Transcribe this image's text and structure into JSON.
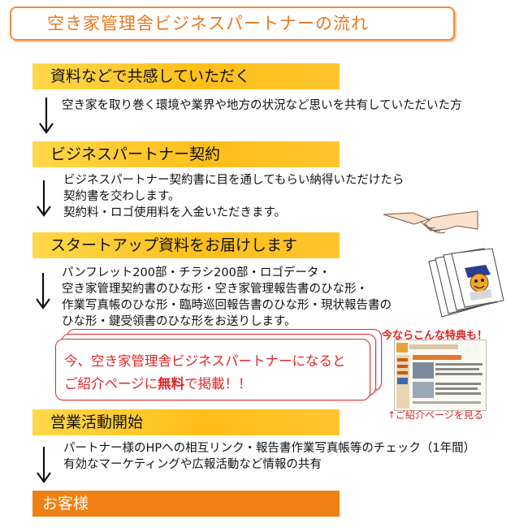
{
  "title": "空き家管理舎ビジネスパートナーの流れ",
  "steps": [
    {
      "label": "資料などで共感していただく",
      "lines": [
        "空き家を取り巻く環境や業界や地方の状況など思いを共有していただいた方"
      ]
    },
    {
      "label": "ビジネスパートナー契約",
      "lines": [
        "ビジネスパートナー契約書に目を通してもらい納得いただけたら",
        "契約書を交わします。",
        "契約料・ロゴ使用料を入金いただきます。"
      ]
    },
    {
      "label": "スタートアップ資料をお届けします",
      "lines": [
        "パンフレット200部・チラシ200部・ロゴデータ・",
        "空き家管理契約書のひな形・空き家管理報告書のひな形・",
        "作業写真帳のひな形・臨時巡回報告書のひな形・現状報告書の",
        "ひな形・鍵受領書のひな形をお送りします。"
      ]
    },
    {
      "label": "営業活動開始",
      "lines": [
        "パートナー様のHPへの相互リンク・報告書作業写真帳等のチェック（1年間）",
        "有効なマーケティングや広報活動など情報の共有"
      ]
    },
    {
      "label": "お客様",
      "lines": []
    }
  ],
  "promo": {
    "line1": "今、空き家管理舎ビジネスパートナーになると",
    "line2_pre": "ご紹介ページに",
    "line2_bold": "無料",
    "line2_post": "で掲載！！"
  },
  "bonus": {
    "headline": "今ならこんな特典も！",
    "link": "↑ご紹介ページを見る"
  },
  "colors": {
    "title_orange": "#e8791f",
    "bar_yellow": "#ffc52e",
    "bar_orange": "#f07f14",
    "promo_red": "#e02626"
  },
  "icons": [
    "handshake-icon",
    "documents-icon",
    "down-arrow-icon",
    "webpage-thumbnail"
  ]
}
